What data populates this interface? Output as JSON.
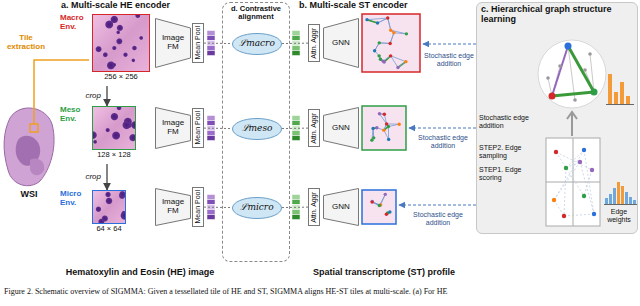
{
  "diagram": {
    "caption": "Figure 2. Schematic overview of SIGMMA: Given a tessellated tile of HE and ST, SIGMMA aligns HE-ST tiles at multi-scale. (a) For HE",
    "nodes": [
      {
        "text": [
          "a. Multi-scale HE encoder"
        ]
      },
      {
        "text": [
          "Macro Env.",
          "256 × 256"
        ],
        "in": 0
      },
      {
        "text": [
          "Image FM"
        ],
        "in": 0
      },
      {
        "text": [
          "Mean Pool"
        ],
        "in": 0
      },
      {
        "text": [
          "Meso Env.",
          "128 × 128"
        ],
        "in": 0
      },
      {
        "text": [
          "Image FM"
        ],
        "in": 0
      },
      {
        "text": [
          "Mean Pool"
        ],
        "in": 0
      },
      {
        "text": [
          "Micro Env.",
          "64 × 64"
        ],
        "in": 0
      },
      {
        "text": [
          "Image FM"
        ],
        "in": 0
      },
      {
        "text": [
          "Mean Pool"
        ],
        "in": 0
      },
      {
        "text": [
          "d. Contrastive alignment"
        ]
      },
      {
        "text": [
          "ℒmacro"
        ],
        "in": 10
      },
      {
        "text": [
          "ℒmeso"
        ],
        "in": 10
      },
      {
        "text": [
          "ℒmicro"
        ],
        "in": 10
      },
      {
        "text": [
          "b. Multi-scale ST encoder"
        ]
      },
      {
        "text": [
          "Attn. Aggr"
        ],
        "in": 14
      },
      {
        "text": [
          "GNN"
        ],
        "in": 14
      },
      {
        "text": [
          "Attn. Aggr"
        ],
        "in": 14
      },
      {
        "text": [
          "GNN"
        ],
        "in": 14
      },
      {
        "text": [
          "Attn. Aggr"
        ],
        "in": 14
      },
      {
        "text": [
          "GNN"
        ],
        "in": 14
      },
      {
        "text": [
          "c. Hierarchical graph structure learning"
        ]
      }
    ],
    "edges": [
      {
        "from": 1,
        "to": 4,
        "arrow": "to",
        "label": "crop"
      },
      {
        "from": 4,
        "to": 7,
        "arrow": "to",
        "label": "crop"
      },
      {
        "from": 3,
        "to": 11,
        "arrow": "none"
      },
      {
        "from": 15,
        "to": 11,
        "arrow": "none"
      },
      {
        "from": 6,
        "to": 12,
        "arrow": "none"
      },
      {
        "from": 17,
        "to": 12,
        "arrow": "none"
      },
      {
        "from": 9,
        "to": 13,
        "arrow": "none"
      },
      {
        "from": 19,
        "to": 13,
        "arrow": "none"
      }
    ],
    "labels": [
      "Tile extraction",
      "WSI",
      "Stochastic edge addition",
      "Stochastic edge addition",
      "Stochastic edge addition",
      "Stochastic edge addition",
      "STEP2. Edge sampling",
      "STEP1. Edge scoring",
      "Edge weights",
      "Hematoxylin and Eosin (HE) image",
      "Spatial transcriptome (ST) profile"
    ]
  }
}
